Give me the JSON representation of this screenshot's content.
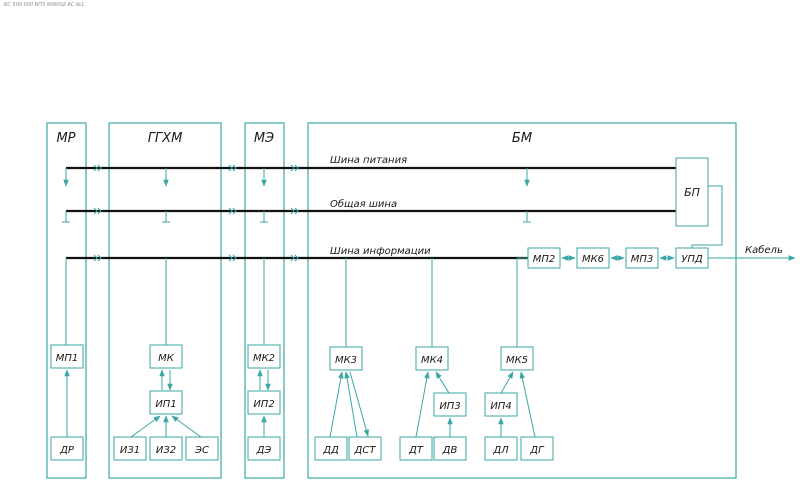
{
  "corner_code": "БС 500 000 ВП3 906002 АС №1",
  "colors": {
    "line": "#3ba6a6",
    "bus": "#111111",
    "text": "#1a1a1a"
  },
  "sections": {
    "mr": "МР",
    "ggkhm": "ГГХМ",
    "me": "МЭ",
    "bm": "БМ"
  },
  "buses": {
    "power": "Шина питания",
    "common": "Общая шина",
    "info": "Шина информации"
  },
  "cable": "Кабель",
  "blocks": {
    "mp1": "МП1",
    "dr": "ДР",
    "mk": "МК",
    "ip1": "ИП1",
    "iz1": "ИЗ1",
    "iz2": "ИЗ2",
    "es": "ЭС",
    "mk2": "МК2",
    "ip2": "ИП2",
    "de": "ДЭ",
    "mk3": "МК3",
    "dd": "ДД",
    "dst": "ДСТ",
    "mk4": "МК4",
    "ip3": "ИП3",
    "dt": "ДТ",
    "dv": "ДВ",
    "mk5": "МК5",
    "ip4": "ИП4",
    "dl": "ДЛ",
    "dg": "ДГ",
    "bp": "БП",
    "mp2": "МП2",
    "mk6": "МК6",
    "mp3": "МП3",
    "upd": "УПД"
  }
}
